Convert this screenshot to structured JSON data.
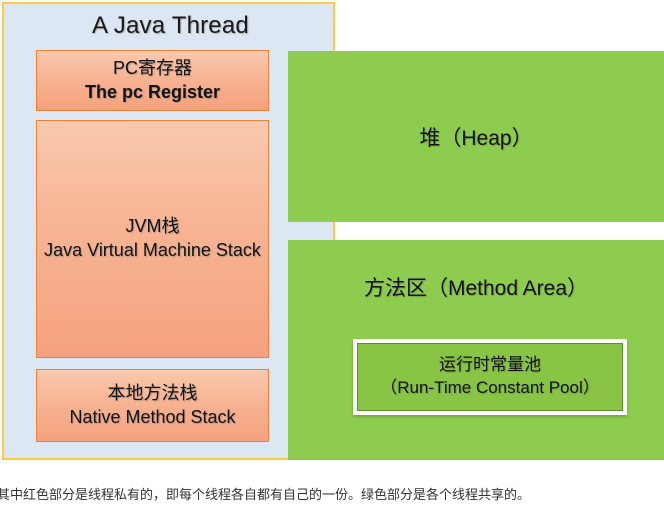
{
  "diagram": {
    "thread": {
      "title": "A Java Thread",
      "fill_color": "#DDE7F3",
      "border_color": "#FFC845",
      "private_regions": [
        {
          "name": "pc-register",
          "line_cn": "PC寄存器",
          "line_en": "The pc Register"
        },
        {
          "name": "jvm-stack",
          "line_cn": "JVM栈",
          "line_en": "Java Virtual Machine Stack"
        },
        {
          "name": "native-method-stack",
          "line_cn": "本地方法栈",
          "line_en": "Native Method Stack"
        }
      ],
      "private_fill_top": "#F9C9AE",
      "private_fill_bottom": "#F5A27E",
      "private_border": "#E8833C"
    },
    "shared": {
      "fill_color": "#8ECC4F",
      "regions": [
        {
          "name": "heap",
          "label": "堆（Heap）"
        },
        {
          "name": "method-area",
          "label": "方法区（Method Area）"
        }
      ],
      "constant_pool": {
        "name": "run-time-constant-pool",
        "line_cn": "运行时常量池",
        "line_en": "（Run-Time Constant Pool）",
        "fill_color": "#88C545",
        "border_color": "#FFFFFF"
      }
    },
    "caption": "其中红色部分是线程私有的，即每个线程各自都有自己的一份。绿色部分是各个线程共享的。"
  }
}
